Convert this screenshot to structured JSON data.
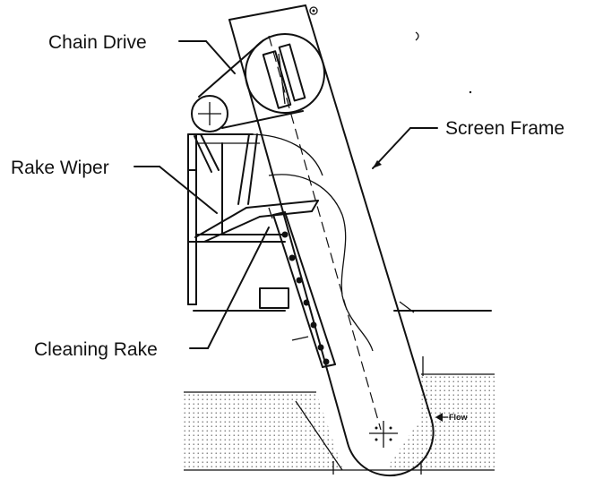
{
  "labels": {
    "chain_drive": "Chain Drive",
    "screen_frame": "Screen Frame",
    "rake_wiper": "Rake Wiper",
    "cleaning_rake": "Cleaning Rake",
    "flow": "Flow"
  },
  "colors": {
    "line": "#111111",
    "background": "#ffffff"
  }
}
